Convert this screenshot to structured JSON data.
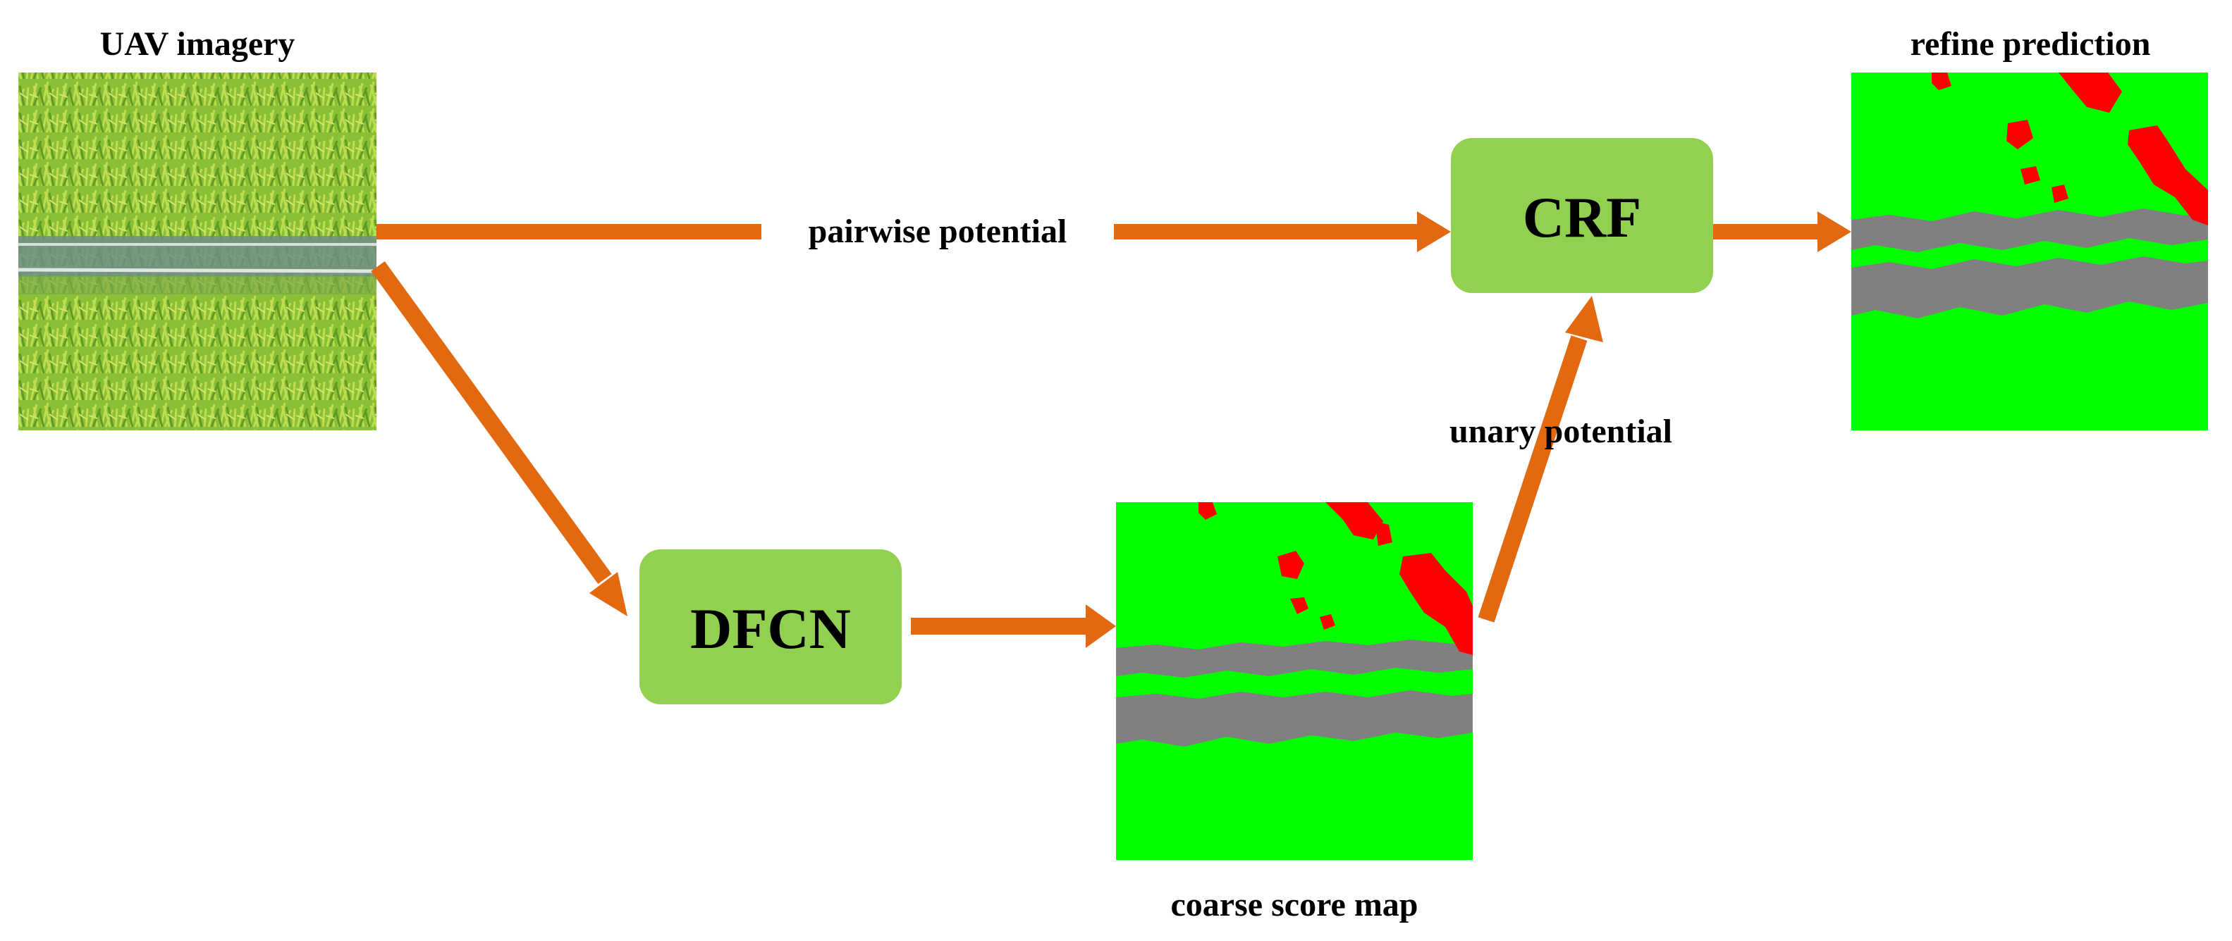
{
  "labels": {
    "input_title": "UAV imagery",
    "output_title": "refine prediction",
    "pairwise": "pairwise potential",
    "unary": "unary potential",
    "coarse": "coarse score map"
  },
  "boxes": {
    "crf": "CRF",
    "dfcn": "DFCN"
  },
  "colors": {
    "arrow": "#E2690F",
    "box_fill": "#92D050",
    "class_crop": "#00FF00",
    "class_path": "#808080",
    "class_weed": "#FF0000",
    "grass_base": "#7DB52E"
  }
}
